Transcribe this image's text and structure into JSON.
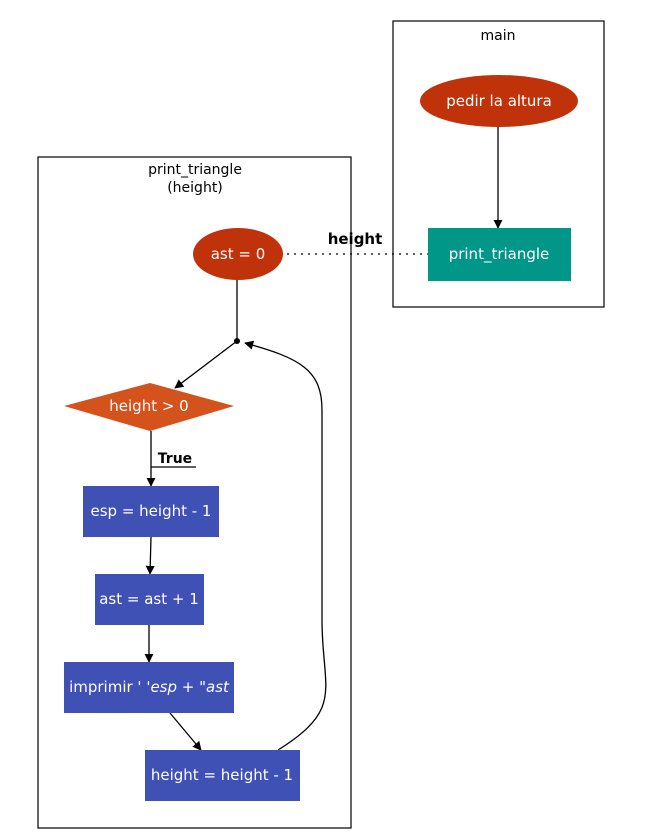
{
  "clusters": {
    "main": {
      "label": "main"
    },
    "print_triangle": {
      "label_line1": "print_triangle",
      "label_line2": "(height)"
    }
  },
  "nodes": {
    "pedir": "pedir la altura",
    "call_print": "print_triangle",
    "ast_init": "ast = 0",
    "cond": "height > 0",
    "esp": "esp = height - 1",
    "ast_inc": "ast = ast + 1",
    "imprimir_prefix": "imprimir ' '",
    "imprimir_italic": "esp + \"ast",
    "height_dec": "height = height - 1"
  },
  "edges": {
    "param_label": "height",
    "true_label": "True"
  },
  "colors": {
    "terminal": "#c0320a",
    "decision": "#d4521b",
    "process": "#3f51b5",
    "call": "#009688",
    "text_light": "#ffffff",
    "text_dark": "#000000"
  }
}
